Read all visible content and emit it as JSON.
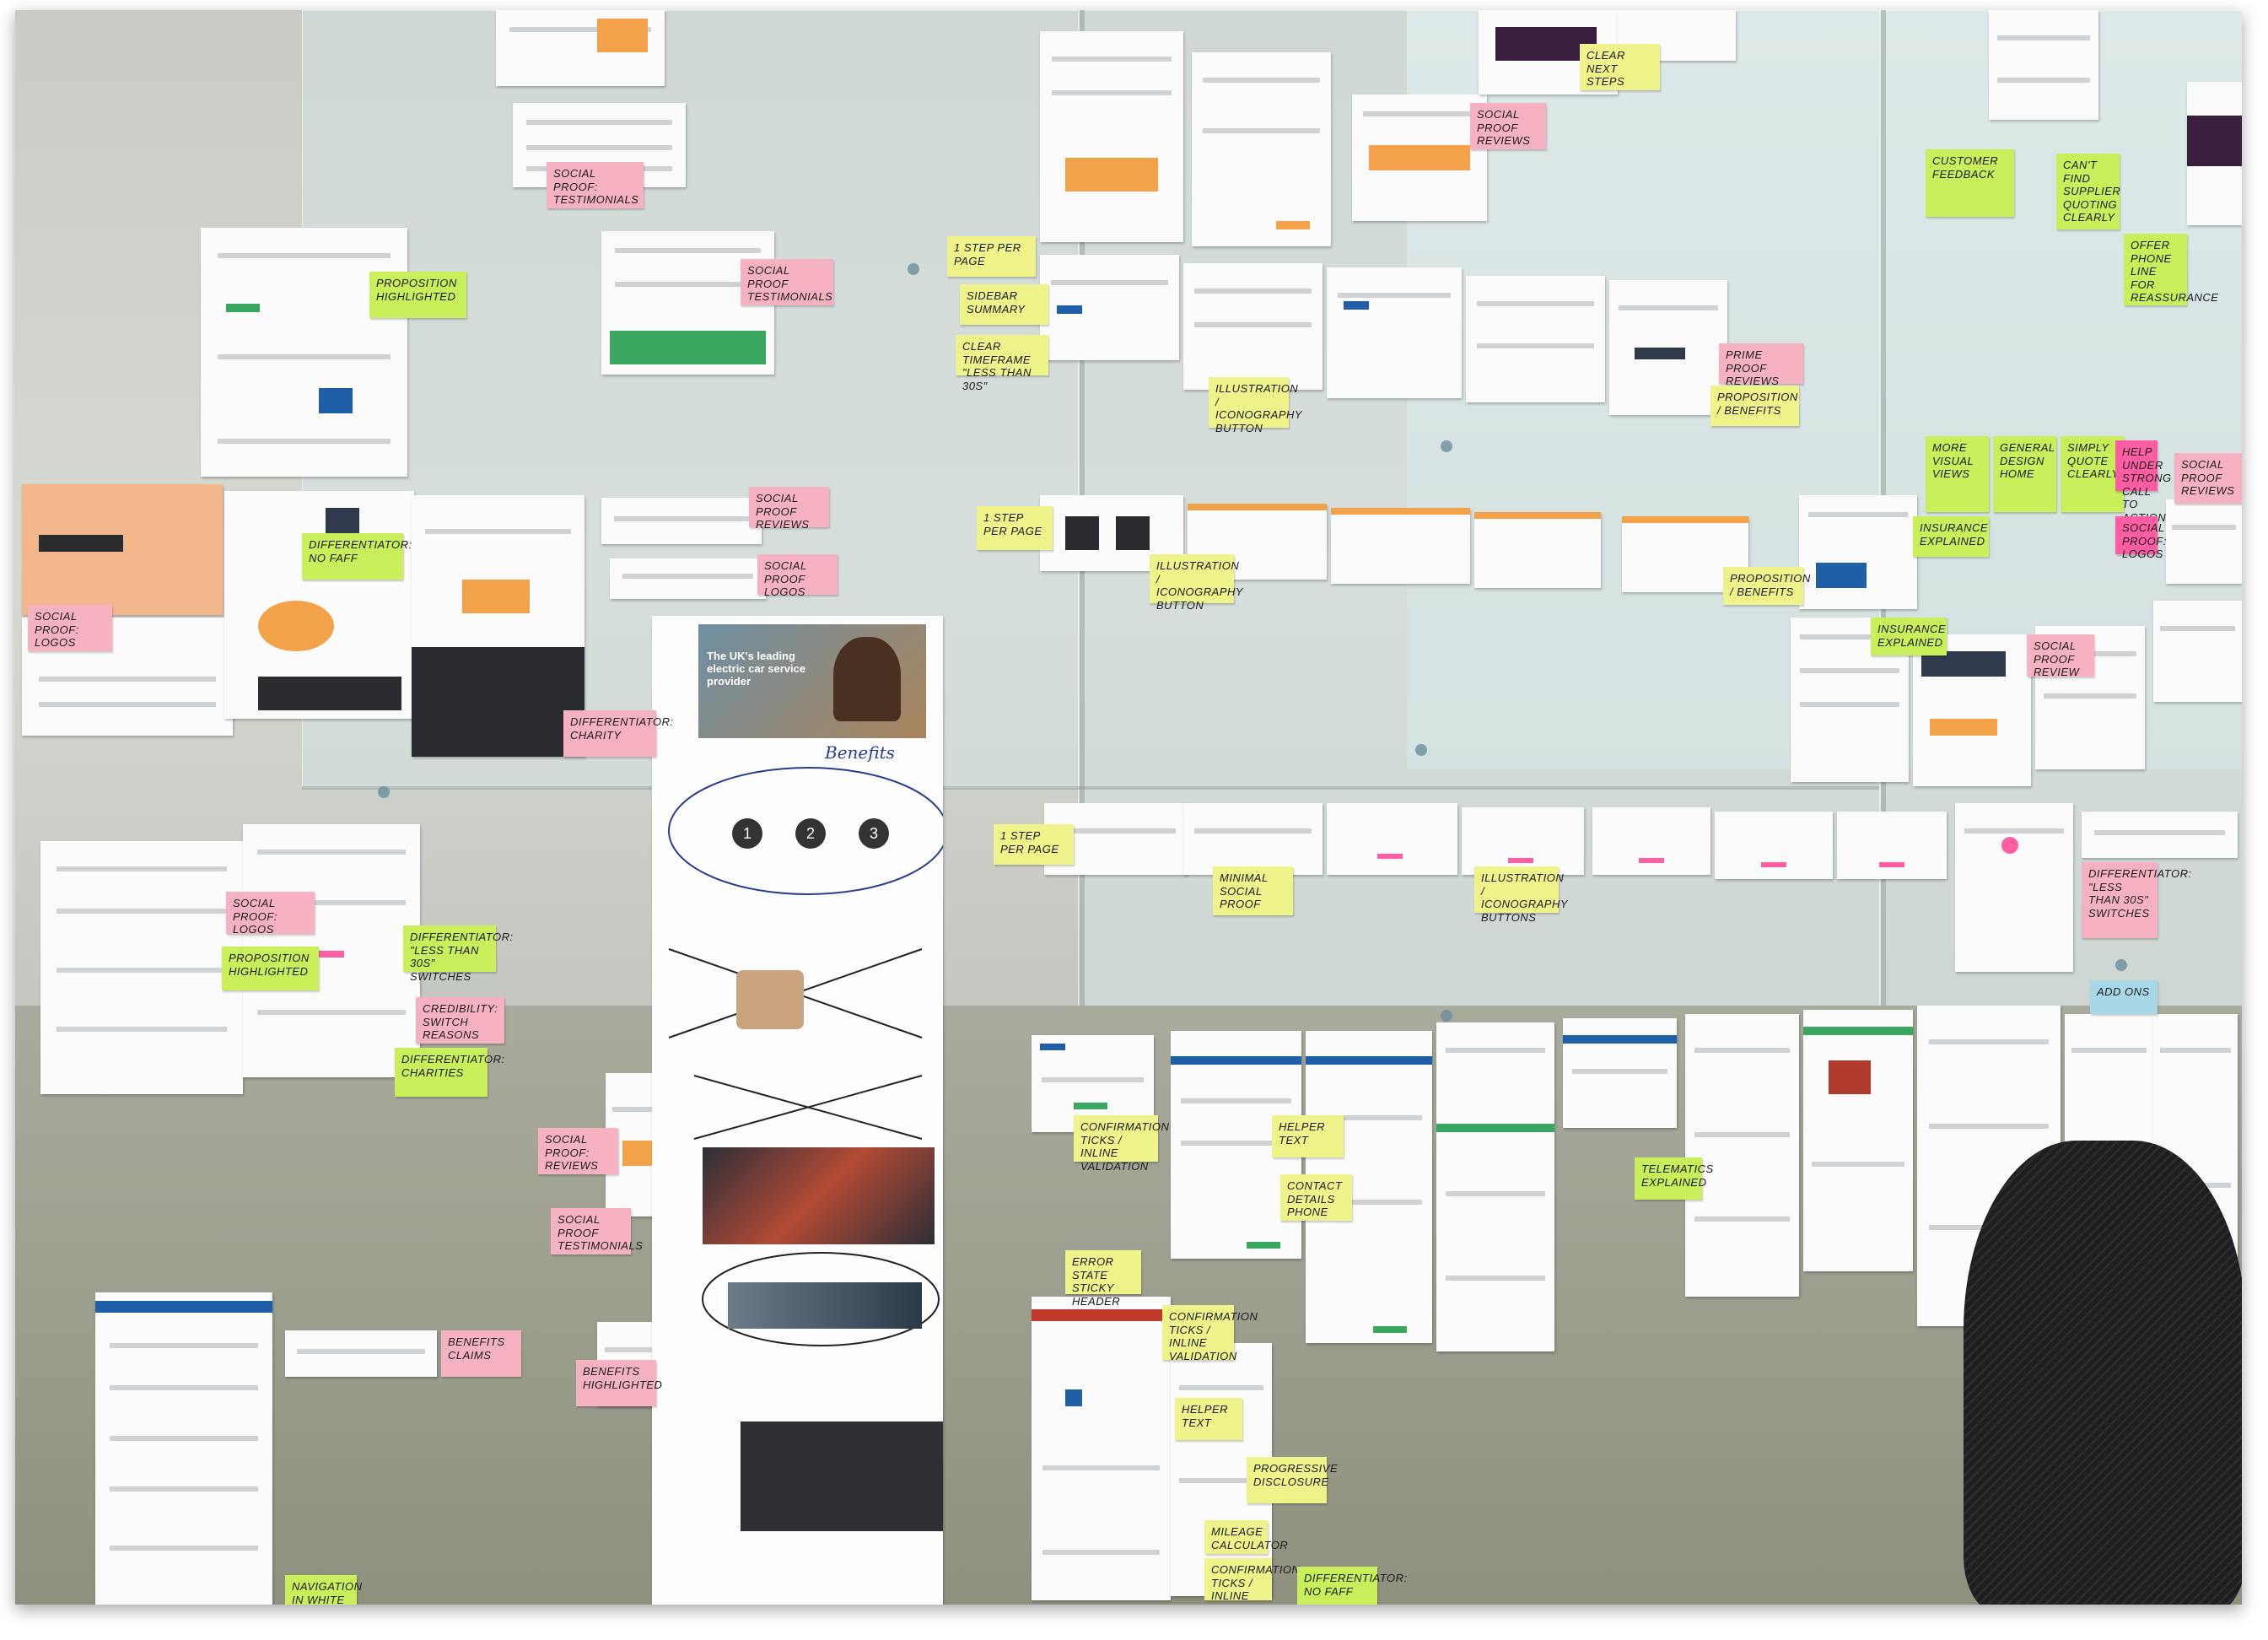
{
  "scene": {
    "description_colors": {
      "wall": "#c9cbc5",
      "glass": "#d6e4e2",
      "sticky_yellow": "#eef38a",
      "sticky_green": "#c9ef5a",
      "sticky_pink": "#f7b2c2",
      "sticky_hot_pink": "#ff5fa2"
    }
  },
  "notes": {
    "n01": "Social proof: testimonials",
    "n02": "Proposition highlighted",
    "n03": "Social proof testimonials",
    "n04": "1 step per page",
    "n05": "Sidebar summary",
    "n06": "Clear timeframe \"less than 30s\"",
    "n07": "Illustration / iconography button",
    "n08": "Prime proof reviews",
    "n09": "Proposition / benefits",
    "n10": "Clear next steps",
    "n11": "Social proof reviews",
    "n12": "Customer feedback",
    "n13": "Can't find supplier quoting clearly",
    "n14": "Offer phone line for reassurance",
    "n15": "Social proof: logos",
    "n16": "Differentiator: no faff",
    "n17": "Social proof reviews",
    "n18": "Social proof logos",
    "n19": "1 step per page",
    "n20": "Illustration / iconography button",
    "n21": "Proposition / benefits",
    "n22": "More visual views",
    "n23": "General design home",
    "n24": "Simply quote clearly",
    "n25": "Social proof reviews",
    "n26": "Insurance explained",
    "n27": "Insurance explained",
    "n28": "Social proof review",
    "n29": "Differentiator: charity",
    "n30": "1 step per page",
    "n31": "Minimal social proof",
    "n32": "Illustration / iconography buttons",
    "n33": "Help under strong call to action",
    "n34": "Social proof: logos",
    "n35": "Differentiator: \"less than 30s\" switches",
    "n36": "Proposition highlighted",
    "n37": "Credibility: switch reasons",
    "n38": "Differentiator: charities",
    "n39": "Add ons",
    "n40": "Confirmation ticks / inline validation",
    "n41": "Helper text",
    "n42": "Contact details phone",
    "n43": "Telematics explained",
    "n44": "Social proof: reviews",
    "n45": "Social proof testimonials",
    "n46": "Error state sticky header",
    "n47": "Confirmation ticks / inline validation",
    "n48": "Benefits claims",
    "n49": "Benefits highlighted",
    "n50": "Helper text",
    "n51": "Progressive disclosure",
    "n52": "Mileage calculator",
    "n53": "Confirmation ticks / inline validation",
    "n54": "Differentiator: no faff",
    "n55": "Navigation in white"
  },
  "printout": {
    "hero_headline": "The UK's leading electric car service provider",
    "handwritten_benefits": "Benefits",
    "handwritten_steps": [
      "1",
      "2",
      "3"
    ]
  }
}
